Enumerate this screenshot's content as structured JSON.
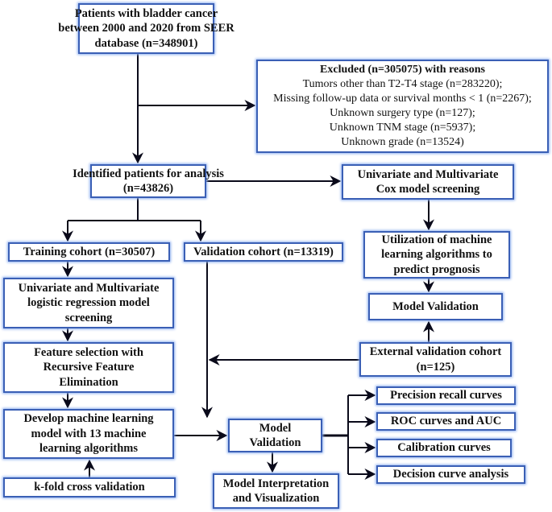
{
  "diagram": {
    "type": "flowchart",
    "colors": {
      "box_border": "#3a5fb5",
      "box_glow": "#8fb0f0",
      "arrow": "#0a0a1a",
      "text": "#111111"
    },
    "nodes": {
      "source": {
        "lines": [
          "Patients with bladder cancer",
          "between 2000 and 2020 from SEER",
          "database (n=348901)"
        ]
      },
      "excluded": {
        "title": "Excluded (n=305075) with reasons",
        "reasons": [
          "Tumors other than T2-T4 stage (n=283220);",
          "Missing follow-up data or survival months < 1 (n=2267);",
          "Unknown surgery type (n=127);",
          "Unknown TNM stage (n=5937);",
          "Unknown grade (n=13524)"
        ]
      },
      "identified": {
        "lines": [
          "Identified patients for analysis",
          "(n=43826)"
        ]
      },
      "cox": {
        "lines": [
          "Univariate and Multivariate",
          "Cox model screening"
        ]
      },
      "training": {
        "lines": [
          "Training cohort (n=30507)"
        ]
      },
      "validation": {
        "lines": [
          "Validation cohort (n=13319)"
        ]
      },
      "utilization": {
        "lines": [
          "Utilization of machine",
          "learning algorithms to",
          "predict prognosis"
        ]
      },
      "logistic": {
        "lines": [
          "Univariate and Multivariate",
          "logistic regression model",
          "screening"
        ]
      },
      "model_validation_right": {
        "lines": [
          "Model Validation"
        ]
      },
      "feature_selection": {
        "lines": [
          "Feature selection with",
          "Recursive Feature",
          "Elimination"
        ]
      },
      "external": {
        "lines": [
          "External validation cohort",
          "(n=125)"
        ]
      },
      "develop": {
        "lines": [
          "Develop machine learning",
          "model with 13 machine",
          "learning algorithms"
        ]
      },
      "model_validation_center": {
        "lines": [
          "Model",
          "Validation"
        ]
      },
      "pr_curves": {
        "lines": [
          "Precision recall curves"
        ]
      },
      "roc": {
        "lines": [
          "ROC curves and AUC"
        ]
      },
      "calibration": {
        "lines": [
          "Calibration curves"
        ]
      },
      "dca": {
        "lines": [
          "Decision curve analysis"
        ]
      },
      "kfold": {
        "lines": [
          "k-fold cross validation"
        ]
      },
      "interpretation": {
        "lines": [
          "Model Interpretation",
          "and Visualization"
        ]
      }
    },
    "edges": [
      [
        "source",
        "identified"
      ],
      [
        "source",
        "excluded"
      ],
      [
        "identified",
        "cox"
      ],
      [
        "identified",
        "training"
      ],
      [
        "identified",
        "validation"
      ],
      [
        "cox",
        "utilization"
      ],
      [
        "utilization",
        "model_validation_right"
      ],
      [
        "external",
        "model_validation_right"
      ],
      [
        "external",
        "model_validation_center"
      ],
      [
        "training",
        "logistic"
      ],
      [
        "logistic",
        "feature_selection"
      ],
      [
        "feature_selection",
        "develop"
      ],
      [
        "kfold",
        "develop"
      ],
      [
        "develop",
        "model_validation_center"
      ],
      [
        "validation",
        "model_validation_center"
      ],
      [
        "model_validation_center",
        "interpretation"
      ],
      [
        "model_validation_center",
        "pr_curves"
      ],
      [
        "model_validation_center",
        "roc"
      ],
      [
        "model_validation_center",
        "calibration"
      ],
      [
        "model_validation_center",
        "dca"
      ]
    ]
  }
}
